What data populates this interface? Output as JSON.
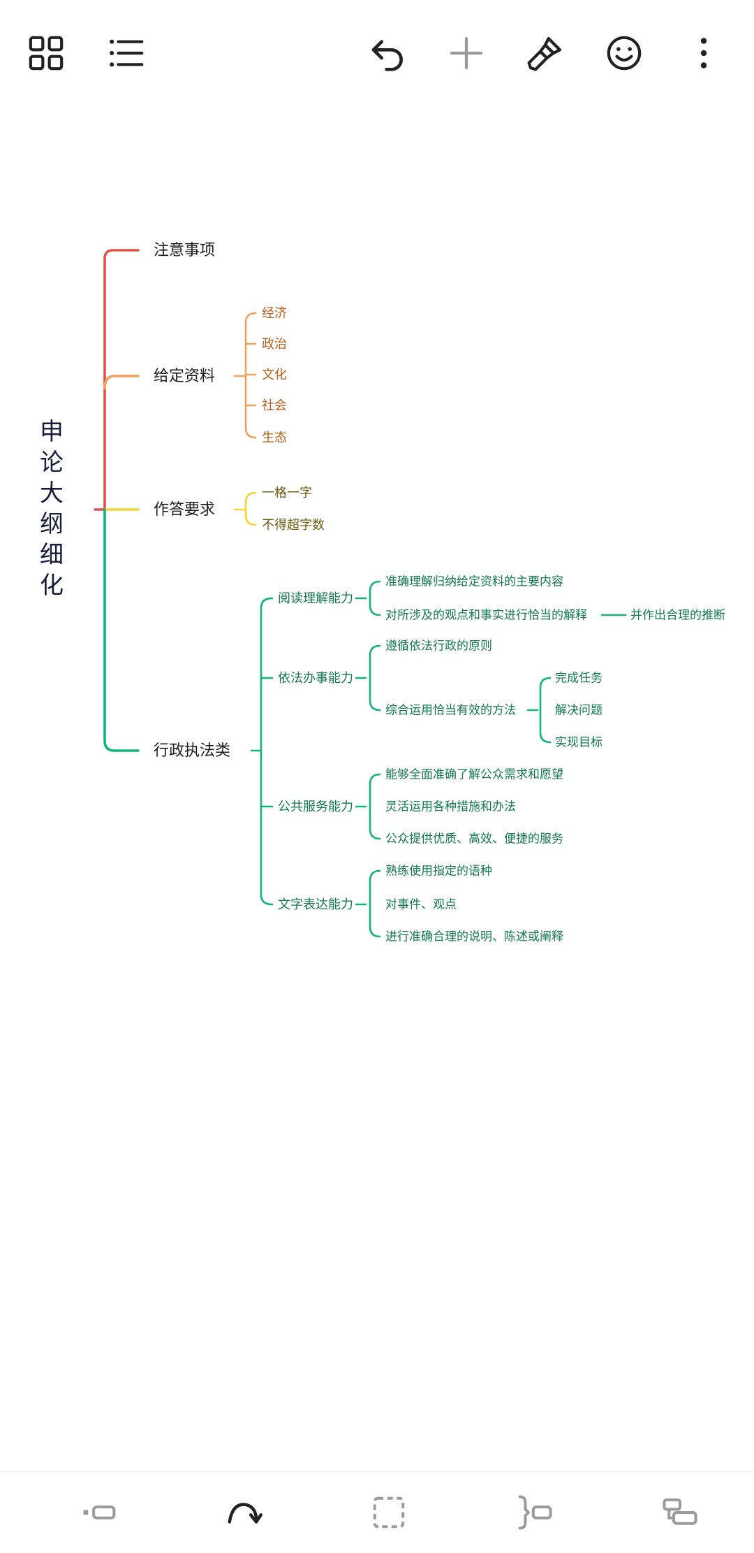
{
  "toolbar": {
    "icons": [
      "grid-icon",
      "outline-list-icon",
      "undo-icon",
      "add-icon",
      "style-brush-icon",
      "emoji-icon",
      "more-vertical-icon"
    ]
  },
  "mindmap": {
    "root": "申论大纲细化",
    "branches": [
      {
        "label": "注意事项",
        "color": "#e05246",
        "children": []
      },
      {
        "label": "给定资料",
        "color": "#f0a15b",
        "children": [
          "经济",
          "政治",
          "文化",
          "社会",
          "生态"
        ]
      },
      {
        "label": "作答要求",
        "color": "#f2d535",
        "children": [
          "一格一字",
          "不得超字数"
        ]
      },
      {
        "label": "行政执法类",
        "color": "#13b37c",
        "children": [
          {
            "label": "阅读理解能力",
            "children": [
              {
                "label": "准确理解归纳给定资料的主要内容"
              },
              {
                "label": "对所涉及的观点和事实进行恰当的解释",
                "children": [
                  "并作出合理的推断"
                ]
              }
            ]
          },
          {
            "label": "依法办事能力",
            "children": [
              {
                "label": "遵循依法行政的原则"
              },
              {
                "label": "综合运用恰当有效的方法",
                "children": [
                  "完成任务",
                  "解决问题",
                  "实现目标"
                ]
              }
            ]
          },
          {
            "label": "公共服务能力",
            "children": [
              {
                "label": "能够全面准确了解公众需求和愿望"
              },
              {
                "label": "灵活运用各种措施和办法"
              },
              {
                "label": "公众提供优质、高效、便捷的服务"
              }
            ]
          },
          {
            "label": "文字表达能力",
            "children": [
              {
                "label": "熟练使用指定的语种"
              },
              {
                "label": "对事件、观点"
              },
              {
                "label": "进行准确合理的说明、陈述或阐释"
              }
            ]
          }
        ]
      }
    ]
  },
  "bottombar": {
    "icons": [
      "insert-sibling-icon",
      "relationship-curve-icon",
      "boundary-icon",
      "summary-icon",
      "insert-parent-icon"
    ]
  }
}
